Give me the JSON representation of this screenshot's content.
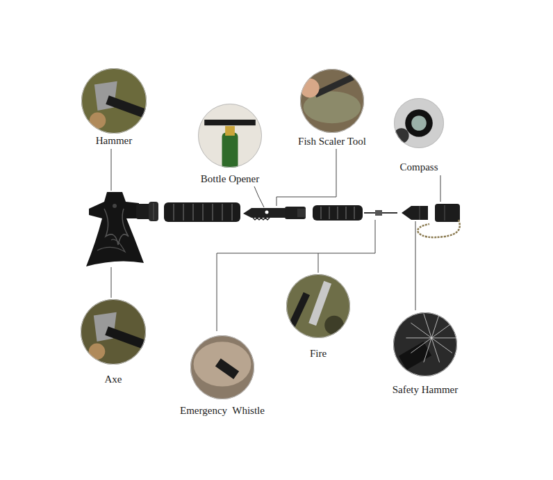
{
  "diagram": {
    "nodes": [
      {
        "text": [
          "Hammer"
        ]
      },
      {
        "text": [
          "Bottle Opener"
        ]
      },
      {
        "text": [
          "Fish Scaler Tool"
        ]
      },
      {
        "text": [
          "Compass"
        ]
      },
      {
        "text": [
          "Axe"
        ]
      },
      {
        "text": [
          "Emergency  Whistle"
        ]
      },
      {
        "text": [
          "Fire"
        ]
      },
      {
        "text": [
          "Safety Hammer"
        ]
      }
    ],
    "edges": []
  }
}
